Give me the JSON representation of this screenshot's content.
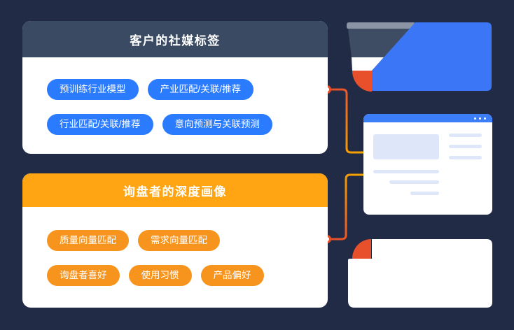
{
  "canvas": {
    "background": "#212B45"
  },
  "top_panel": {
    "title": "客户的社媒标签",
    "header_color": "#3A4A63",
    "tag_color": "#2B7BFE",
    "tags": [
      "预训练行业模型",
      "产业匹配/关联/推荐",
      "行业匹配/关联/推荐",
      "意向预测与关联预测"
    ]
  },
  "bottom_panel": {
    "title": "询盘者的深度画像",
    "header_color": "#FFA413",
    "tag_color": "#F7941E",
    "tags": [
      "质量向量匹配",
      "需求向量匹配",
      "询盘者喜好",
      "使用习惯",
      "产品偏好"
    ]
  },
  "connectors": {
    "node_color": "#E8502B",
    "line_start_color": "#E8502B",
    "line_end_color": "#F5A300"
  },
  "illustrations": {
    "browser_card": {
      "header_color": "#3C7DF8",
      "placeholder_color": "#DEE7FA",
      "window_dots_count": 3
    },
    "window_collage": {
      "bar_color": "#8A94A4",
      "body_color": "#3E4D63",
      "accent_color": "#E8502B",
      "panel_color": "#3B76F7"
    },
    "bottom_card": {
      "accent_color": "#E8502B",
      "body_color": "#FFFFFF"
    }
  }
}
